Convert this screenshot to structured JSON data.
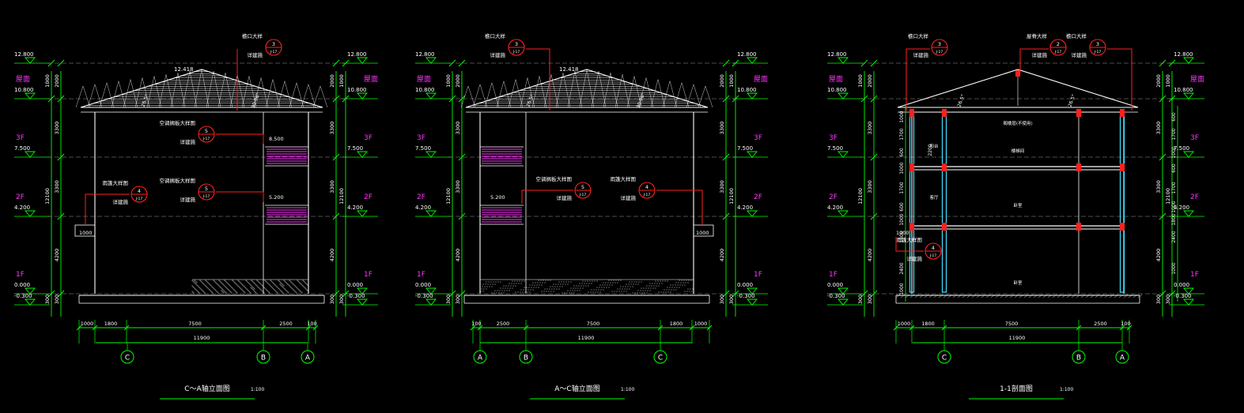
{
  "colors": {
    "background": "#000000",
    "outline": "#ffffff",
    "dimension": "#00ff00",
    "floor_label": "#ff33ff",
    "callout": "#ff2020",
    "glass": "#40e0ff"
  },
  "drawings": [
    {
      "id": "elev-ca",
      "title": "C～A轴立面图",
      "scale": "1:100",
      "axes": [
        "C",
        "B",
        "A"
      ],
      "left_levels": [
        {
          "elev": "12.800",
          "name": ""
        },
        {
          "elev": "10.800",
          "name": "屋面"
        },
        {
          "elev": "7.500",
          "name": "3F"
        },
        {
          "elev": "4.200",
          "name": "2F"
        },
        {
          "elev": "0.000",
          "name": "1F"
        },
        {
          "elev": "-0.300",
          "name": ""
        }
      ],
      "right_levels": [
        {
          "elev": "12.800",
          "name": ""
        },
        {
          "elev": "10.800",
          "name": "屋面"
        },
        {
          "elev": "7.500",
          "name": "3F"
        },
        {
          "elev": "4.200",
          "name": "2F"
        },
        {
          "elev": "0.000",
          "name": "1F"
        },
        {
          "elev": "-0.300",
          "name": ""
        }
      ],
      "storey_dims": [
        "2000",
        "3300",
        "3300",
        "4200",
        "300"
      ],
      "overall_dims": [
        "1000",
        "12100",
        "300"
      ],
      "bottom_dims": [
        "1000",
        "1800",
        "7500",
        "2500",
        "100"
      ],
      "total_dim": "11900",
      "ridge_label": "12.418",
      "slope_labels": [
        "26.5°",
        "30.96°"
      ],
      "callouts": [
        {
          "title": "檐口大样",
          "num": "3",
          "sheet": "J-17",
          "note": "详建施"
        },
        {
          "title": "空调搁板大样图",
          "num": "5",
          "sheet": "J-17",
          "note": "详建施"
        },
        {
          "title": "雨篷大样图",
          "num": "4",
          "sheet": "J-17",
          "note": "详建施"
        },
        {
          "title": "空调搁板大样图",
          "num": "5",
          "sheet": "J-17",
          "note": "详建施"
        }
      ],
      "inline_elevs": [
        "8.500",
        "5.200",
        "1000"
      ]
    },
    {
      "id": "elev-ac",
      "title": "A～C轴立面图",
      "scale": "1:100",
      "axes": [
        "A",
        "B",
        "C"
      ],
      "left_levels": [
        {
          "elev": "12.800",
          "name": ""
        },
        {
          "elev": "10.800",
          "name": "屋面"
        },
        {
          "elev": "7.500",
          "name": "3F"
        },
        {
          "elev": "4.200",
          "name": "2F"
        },
        {
          "elev": "0.000",
          "name": "1F"
        },
        {
          "elev": "-0.300",
          "name": ""
        }
      ],
      "right_levels": [
        {
          "elev": "12.800",
          "name": ""
        },
        {
          "elev": "10.800",
          "name": "屋面"
        },
        {
          "elev": "7.500",
          "name": "3F"
        },
        {
          "elev": "4.200",
          "name": "2F"
        },
        {
          "elev": "0.000",
          "name": "1F"
        },
        {
          "elev": "-0.300",
          "name": ""
        }
      ],
      "storey_dims": [
        "2000",
        "3300",
        "3300",
        "4200",
        "300"
      ],
      "overall_dims": [
        "1000",
        "12100",
        "300"
      ],
      "bottom_dims": [
        "100",
        "2500",
        "7500",
        "1800",
        "1000"
      ],
      "total_dim": "11900",
      "ridge_label": "12.418",
      "slope_labels": [
        "26.5°",
        "30.96°"
      ],
      "callouts": [
        {
          "title": "檐口大样",
          "num": "3",
          "sheet": "J-17",
          "note": "详建施"
        },
        {
          "title": "空调搁板大样图",
          "num": "5",
          "sheet": "J-17",
          "note": "详建施"
        },
        {
          "title": "雨篷大样图",
          "num": "4",
          "sheet": "J-17",
          "note": "详建施"
        }
      ],
      "inline_elevs": [
        "5.200",
        "1000"
      ]
    },
    {
      "id": "section-11",
      "title": "1-1剖面图",
      "scale": "1:100",
      "axes": [
        "C",
        "B",
        "A"
      ],
      "left_levels": [
        {
          "elev": "12.800",
          "name": ""
        },
        {
          "elev": "10.800",
          "name": "屋面"
        },
        {
          "elev": "7.500",
          "name": "3F"
        },
        {
          "elev": "4.200",
          "name": "2F"
        },
        {
          "elev": "0.000",
          "name": "1F"
        },
        {
          "elev": "-0.300",
          "name": ""
        }
      ],
      "right_levels": [
        {
          "elev": "12.800",
          "name": ""
        },
        {
          "elev": "10.800",
          "name": "屋面"
        },
        {
          "elev": "7.500",
          "name": "3F"
        },
        {
          "elev": "4.200",
          "name": "2F"
        },
        {
          "elev": "0.000",
          "name": "1F"
        },
        {
          "elev": "-0.300",
          "name": ""
        }
      ],
      "storey_dims": [
        "2000",
        "3300",
        "3300",
        "4200",
        "300"
      ],
      "overall_dims": [
        "1000",
        "12100",
        "300"
      ],
      "inner_dims": [
        "1000",
        "1700",
        "600",
        "1000",
        "1700",
        "600",
        "1000",
        "1800",
        "2400",
        "1000"
      ],
      "right_inner_dims": [
        "600",
        "1700",
        "1000",
        "600",
        "1700",
        "1000",
        "1800",
        "2400",
        "1000"
      ],
      "bottom_dims": [
        "1000",
        "1800",
        "7500",
        "2500",
        "100"
      ],
      "total_dim": "11900",
      "slope_labels": [
        "26.5°",
        "26.5°"
      ],
      "height_label": "2200",
      "room_labels": [
        "阁楼层(不使用)",
        "楼梯间",
        "卧室",
        "卧室",
        "阳台",
        "客厅"
      ],
      "callouts": [
        {
          "title": "檐口大样",
          "num": "3",
          "sheet": "J-17",
          "note": "详建施"
        },
        {
          "title": "屋脊大样",
          "num": "2",
          "sheet": "J-17",
          "note": "详建施"
        },
        {
          "title": "檐口大样",
          "num": "3",
          "sheet": "J-17",
          "note": "详建施"
        },
        {
          "title": "雨篷大样图",
          "num": "4",
          "sheet": "J-17",
          "note": "详建施"
        }
      ],
      "inline_elevs": [
        "1000"
      ]
    }
  ]
}
